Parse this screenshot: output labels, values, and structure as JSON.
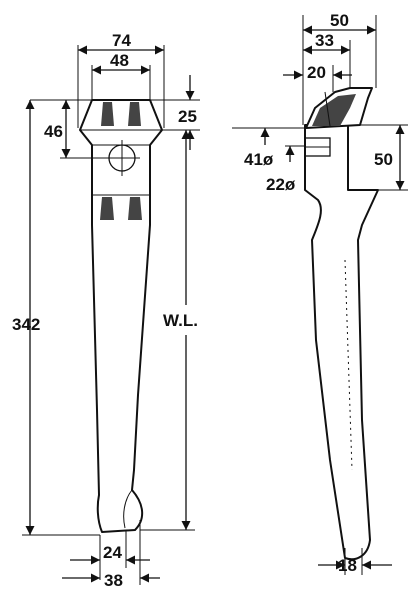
{
  "front_view": {
    "dims": {
      "top_width": "74",
      "inner_width": "48",
      "head_height": "46",
      "offset": "25",
      "total_length": "342",
      "working_length": "W.L.",
      "tip_inner": "24",
      "tip_outer": "38"
    }
  },
  "side_view": {
    "dims": {
      "top_total": "50",
      "top_mid": "33",
      "top_small": "20",
      "bore_large": "41ø",
      "bore_small": "22ø",
      "side_height": "50",
      "tip_width": "18"
    }
  }
}
